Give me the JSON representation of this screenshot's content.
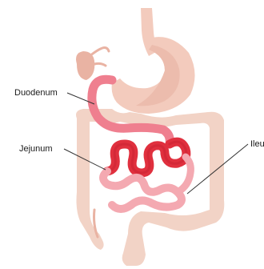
{
  "labels": {
    "duodenum": "Duodenum",
    "jejunum": "Jejunum",
    "ileum": "Ileu"
  },
  "colors": {
    "background": "#ffffff",
    "organ_fill": "#f3cbbd",
    "organ_shade": "#e9b3a3",
    "large_intestine": "#f2d3c6",
    "duodenum": "#ef7f8f",
    "jejunum": "#e0303e",
    "jejunum_dark": "#c8202f",
    "ileum": "#f4a9b1",
    "leader_line": "#333333"
  }
}
